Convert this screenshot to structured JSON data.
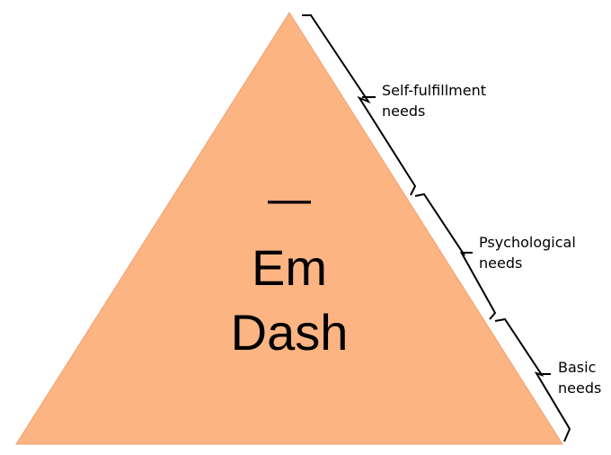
{
  "colors": {
    "pyramid_fill": "#fcb483",
    "pyramid_stroke": "#f0a070",
    "bracket": "#000000",
    "text": "#000000"
  },
  "center": {
    "dash": "—",
    "line1": "Em",
    "line2": "Dash"
  },
  "levels": [
    {
      "line1": "Self-fulfillment",
      "line2": "needs"
    },
    {
      "line1": "Psychological",
      "line2": "needs"
    },
    {
      "line1": "Basic",
      "line2": "needs"
    }
  ]
}
